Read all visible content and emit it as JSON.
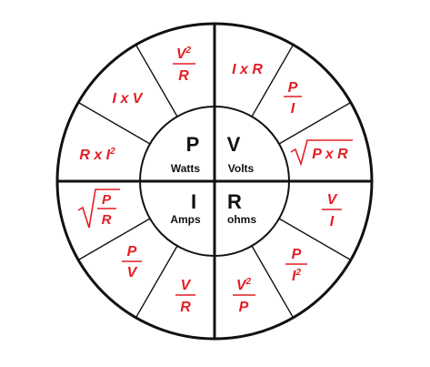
{
  "colors": {
    "formula": "#e31e24",
    "line": "#111111",
    "background": "#ffffff"
  },
  "center": {
    "power": {
      "symbol": "P",
      "unit": "Watts"
    },
    "voltage": {
      "symbol": "V",
      "unit": "Volts"
    },
    "current": {
      "symbol": "I",
      "unit": "Amps"
    },
    "resistance": {
      "symbol": "R",
      "unit": "ohms"
    }
  },
  "formulas": {
    "p_v2_over_r": {
      "num": "V",
      "sup": "2",
      "den": "R"
    },
    "p_i_times_v": "I x V",
    "p_r_times_i2": {
      "base": "R x I",
      "sup": "2"
    },
    "v_i_times_r": "I x R",
    "v_p_over_i": {
      "num": "P",
      "den": "I"
    },
    "v_sqrt_p_times_r": "P x R",
    "i_sqrt_p_over_r": {
      "num": "P",
      "den": "R"
    },
    "i_p_over_v": {
      "num": "P",
      "den": "V"
    },
    "i_v_over_r": {
      "num": "V",
      "den": "R"
    },
    "r_v_over_i": {
      "num": "V",
      "den": "I"
    },
    "r_p_over_i2": {
      "num": "P",
      "den": "I",
      "den_sup": "2"
    },
    "r_v2_over_p": {
      "num": "V",
      "sup": "2",
      "den": "P"
    }
  }
}
